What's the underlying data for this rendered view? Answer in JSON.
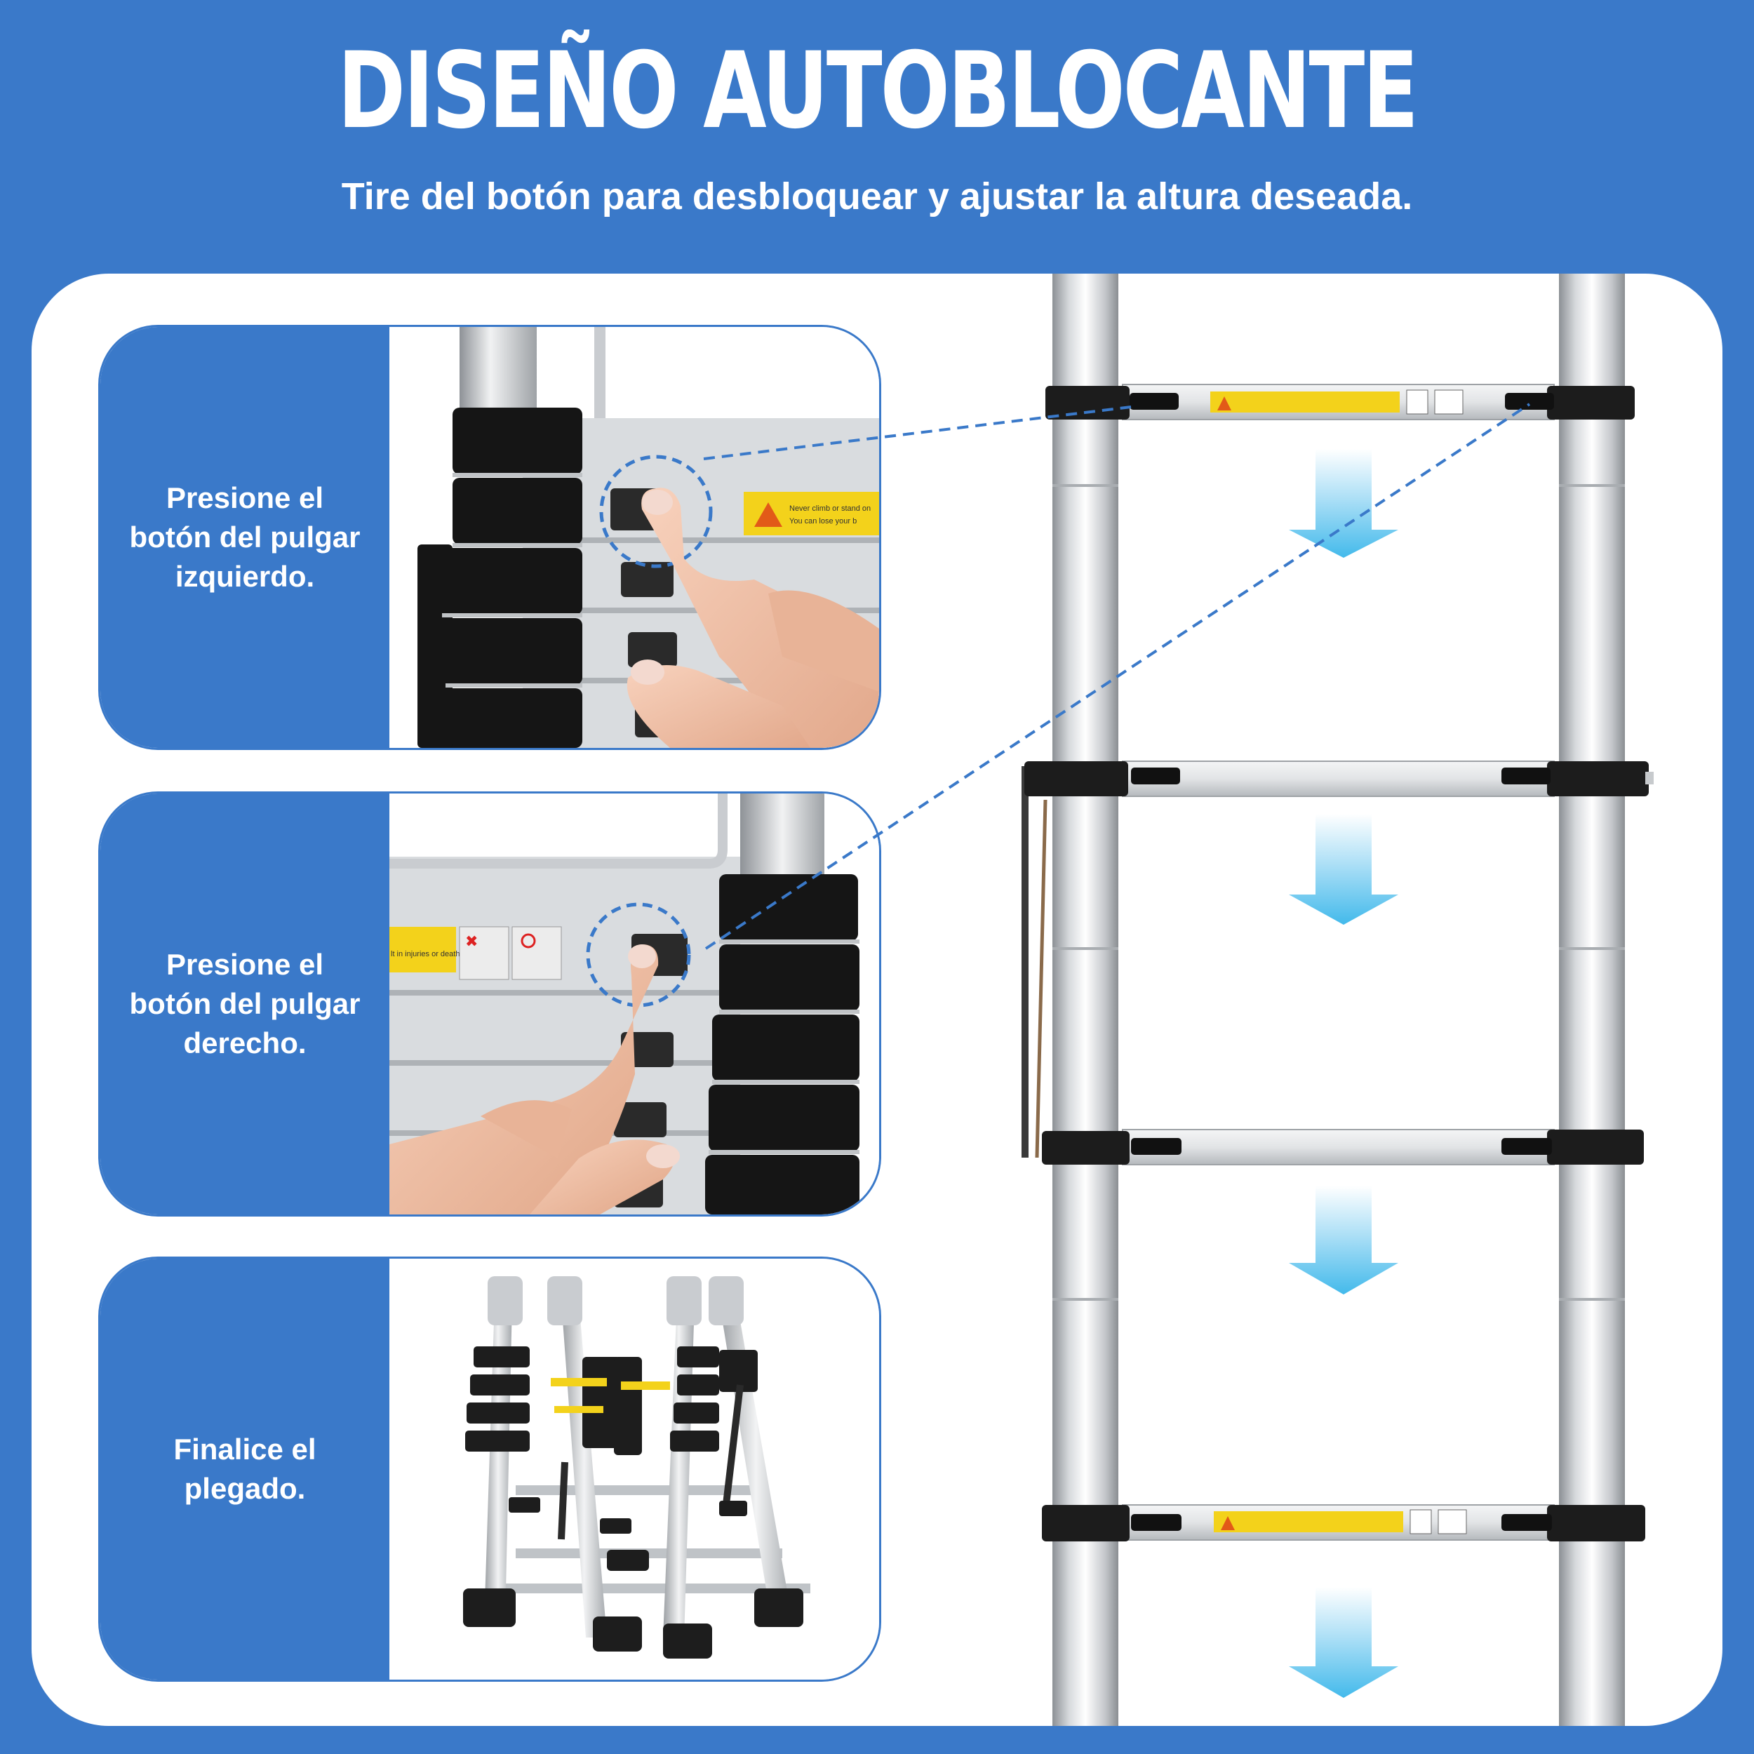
{
  "header": {
    "title": "DISEÑO AUTOBLOCANTE",
    "subtitle": "Tire del botón para desbloquear y ajustar la altura deseada."
  },
  "steps": [
    {
      "label": "Presione el botón del pulgar izquierdo."
    },
    {
      "label": "Presione el botón del pulgar derecho."
    },
    {
      "label": "Finalice el plegado."
    }
  ],
  "colors": {
    "brand_blue": "#3a79c9",
    "arrow_cyan": "#5cc3ef",
    "warning_yellow": "#f3d21b"
  }
}
